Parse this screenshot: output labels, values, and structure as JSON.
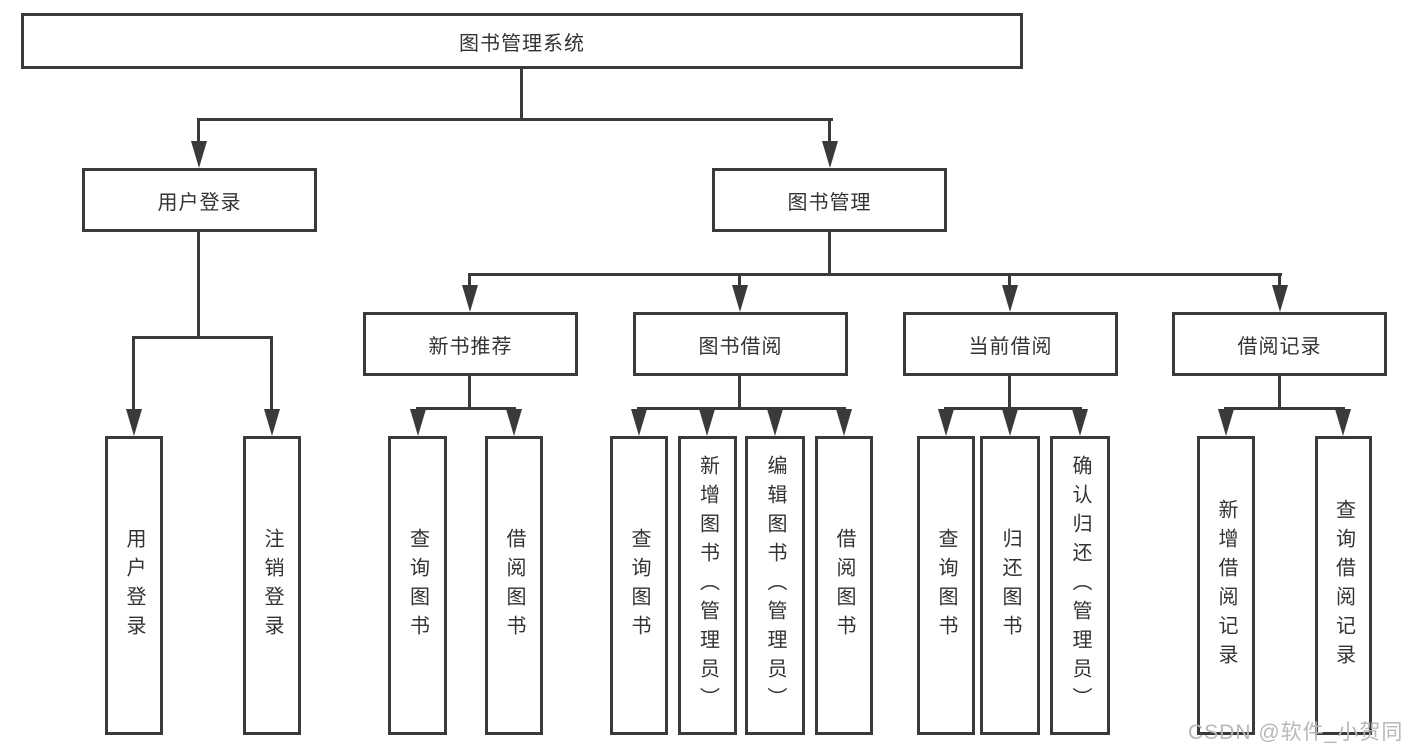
{
  "nodes": {
    "root": "图书管理系统",
    "user_login": "用户登录",
    "book_management": "图书管理",
    "new_book_recommend": "新书推荐",
    "book_borrow": "图书借阅",
    "current_borrow": "当前借阅",
    "borrow_records": "借阅记录",
    "leaf_user_login": "用户登录",
    "leaf_logout": "注销登录",
    "leaf_query_book_recommend": "查询图书",
    "leaf_borrow_book_recommend": "借阅图书",
    "leaf_query_book_borrow": "查询图书",
    "leaf_add_book_admin": "新增图书（管理员）",
    "leaf_edit_book_admin": "编辑图书（管理员）",
    "leaf_borrow_book_borrow": "借阅图书",
    "leaf_query_book_current": "查询图书",
    "leaf_return_book": "归还图书",
    "leaf_confirm_return_admin": "确认归还（管理员）",
    "leaf_add_borrow_record": "新增借阅记录",
    "leaf_query_borrow_record": "查询借阅记录"
  },
  "watermark": "CSDN @软件_小贺同学",
  "colors": {
    "line": "#3a3a3a",
    "text": "#333333",
    "box_fill": "#ffffff",
    "background": "#ffffff",
    "watermark": "#b8b8b8"
  }
}
